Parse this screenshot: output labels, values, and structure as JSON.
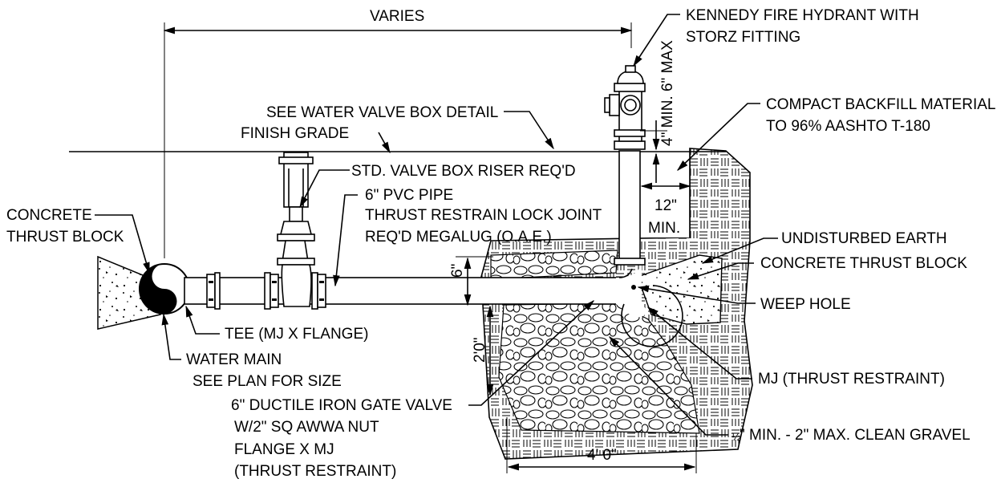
{
  "labels": {
    "varies": "VARIES",
    "hydrant_line1": "KENNEDY FIRE HYDRANT WITH",
    "hydrant_line2": "STORZ FITTING",
    "valve_box_detail": "SEE WATER VALVE BOX DETAIL",
    "finish_grade": "FINISH GRADE",
    "compact_line1": "COMPACT BACKFILL MATERIAL",
    "compact_line2": "TO 96% AASHTO T-180",
    "min_max": "4\" MIN. 6\" MAX",
    "riser": "STD. VALVE BOX RISER REQ'D",
    "pvc_line1": "6\" PVC PIPE",
    "pvc_line2": "THRUST RESTRAIN LOCK JOINT",
    "pvc_line3": "REQ'D MEGALUG (O.A.E.)",
    "concrete_line1": "CONCRETE",
    "concrete_line2": "THRUST BLOCK",
    "twelve": "12\"",
    "min": "MIN.",
    "undisturbed": "UNDISTURBED EARTH",
    "concrete_right": "CONCRETE THRUST BLOCK",
    "six": "6\"",
    "weep": "WEEP HOLE",
    "tee": "TEE (MJ X FLANGE)",
    "two_ft": "2'0\"",
    "main_line1": "WATER MAIN",
    "main_line2": "SEE PLAN FOR SIZE",
    "mj": "MJ (THRUST RESTRAINT)",
    "gate_line1": "6\" DUCTILE IRON GATE VALVE",
    "gate_line2": "W/2\" SQ AWWA NUT",
    "gate_line3": "FLANGE X MJ",
    "gate_line4": "(THRUST RESTRAINT)",
    "gravel_half": "½",
    "gravel_rest": "\" MIN. - 2\" MAX. CLEAN GRAVEL",
    "four_ft": "4' 0\""
  }
}
